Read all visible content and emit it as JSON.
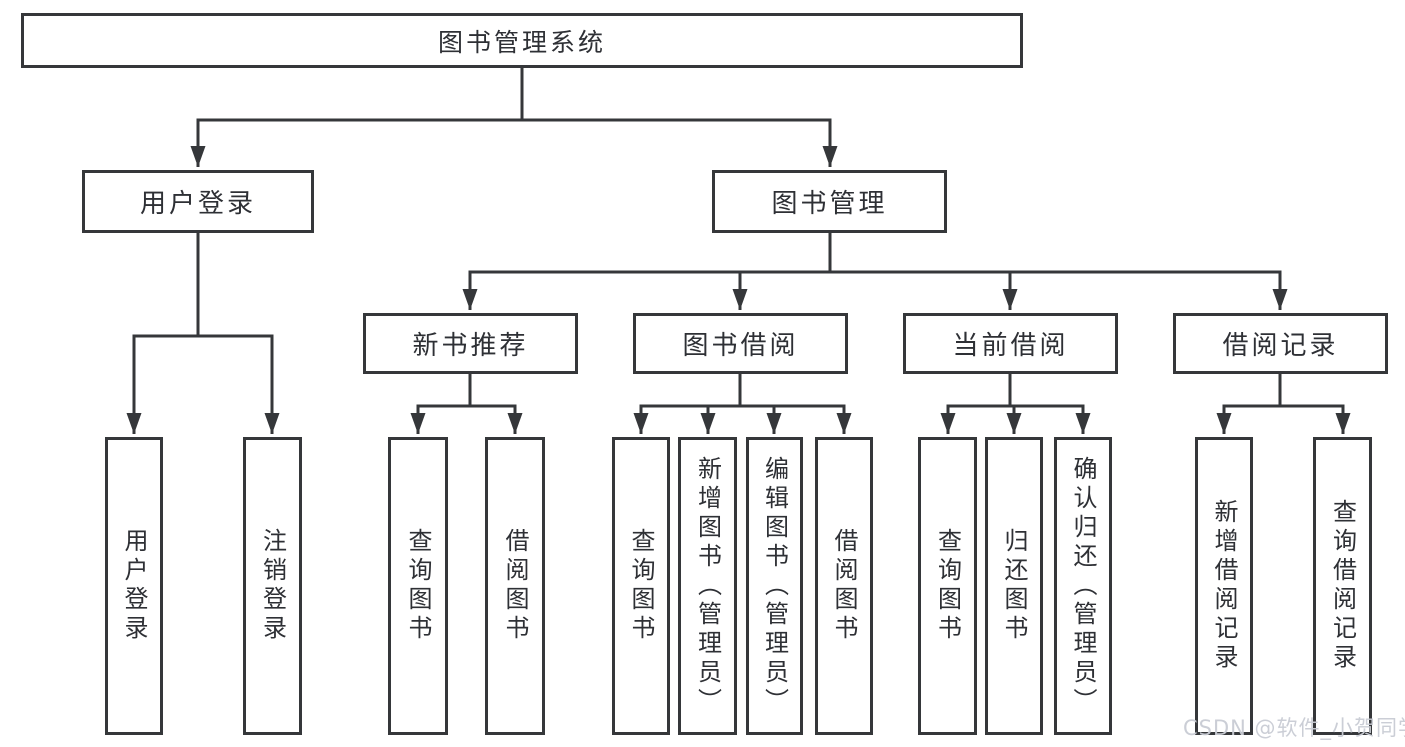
{
  "diagram": {
    "tree": {
      "label": "图书管理系统",
      "children": [
        {
          "label": "用户登录",
          "children": [
            {
              "label": "用户登录"
            },
            {
              "label": "注销登录"
            }
          ]
        },
        {
          "label": "图书管理",
          "children": [
            {
              "label": "新书推荐",
              "children": [
                {
                  "label": "查询图书"
                },
                {
                  "label": "借阅图书"
                }
              ]
            },
            {
              "label": "图书借阅",
              "children": [
                {
                  "label": "查询图书"
                },
                {
                  "label": "新增图书（管理员）"
                },
                {
                  "label": "编辑图书（管理员）"
                },
                {
                  "label": "借阅图书"
                }
              ]
            },
            {
              "label": "当前借阅",
              "children": [
                {
                  "label": "查询图书"
                },
                {
                  "label": "归还图书"
                },
                {
                  "label": "确认归还（管理员）"
                }
              ]
            },
            {
              "label": "借阅记录",
              "children": [
                {
                  "label": "新增借阅记录"
                },
                {
                  "label": "查询借阅记录"
                }
              ]
            }
          ]
        }
      ]
    },
    "colors": {
      "line": "#35373a",
      "box_border": "#35373a",
      "text": "#2e3035",
      "watermark": "#c9ccd4",
      "background": "#ffffff"
    }
  },
  "watermark": {
    "text": "CSDN @软件_小贺同学"
  }
}
